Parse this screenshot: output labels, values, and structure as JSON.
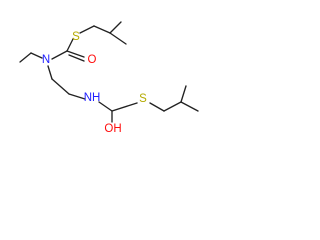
{
  "molecule": {
    "atoms": {
      "s1": "S",
      "n1": "N",
      "o1": "O",
      "nh": "NH",
      "s2": "S",
      "oh": "OH"
    },
    "colors": {
      "bond": "#222222",
      "sulfur": "#b4aa00",
      "nitrogen": "#2020ff",
      "oxygen": "#ff0d0d"
    }
  }
}
